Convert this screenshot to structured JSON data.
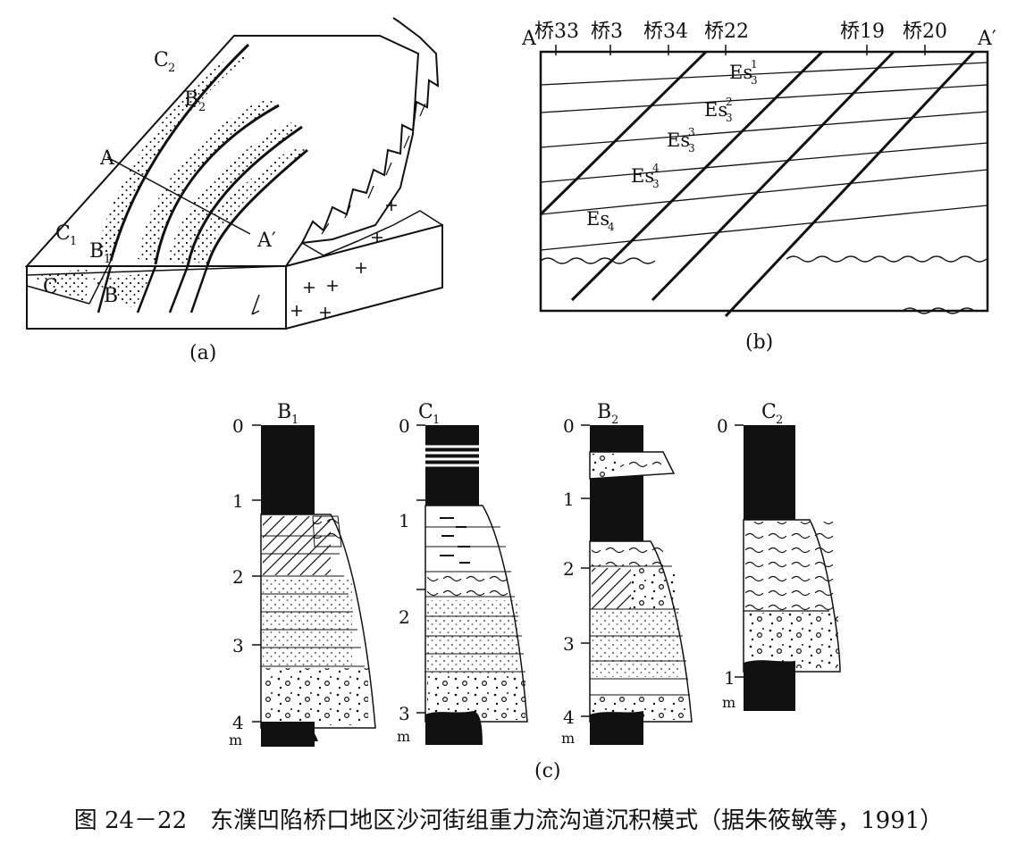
{
  "panel_a": {
    "label": "(a)",
    "letters": {
      "c2": "C",
      "c2_sub": "2",
      "b2": "B",
      "b2_sub": "2",
      "a": "A",
      "a_prime": "A′",
      "c1": "C",
      "c1_sub": "1",
      "b1": "B",
      "b1_sub": "1",
      "c": "C",
      "b": "B"
    }
  },
  "panel_b": {
    "label": "(b)",
    "left_end": "A",
    "right_end": "A′",
    "wells": [
      "桥33",
      "桥3",
      "桥34",
      "桥22",
      "桥19",
      "桥20"
    ],
    "units": [
      {
        "base": "Es",
        "sub": "3",
        "sup": "1"
      },
      {
        "base": "Es",
        "sub": "3",
        "sup": "2"
      },
      {
        "base": "Es",
        "sub": "3",
        "sup": "3"
      },
      {
        "base": "Es",
        "sub": "3",
        "sup": "4"
      },
      {
        "base": "Es",
        "sub": "4",
        "sup": ""
      }
    ]
  },
  "panel_c": {
    "label": "(c)",
    "unit": "m",
    "columns": [
      {
        "name": "B",
        "sub": "1",
        "ticks": [
          "0",
          "1",
          "2",
          "3",
          "4"
        ]
      },
      {
        "name": "C",
        "sub": "1",
        "ticks": [
          "0",
          "1",
          "2",
          "3"
        ]
      },
      {
        "name": "B",
        "sub": "2",
        "ticks": [
          "0",
          "1",
          "2",
          "3",
          "4"
        ]
      },
      {
        "name": "C",
        "sub": "2",
        "ticks": [
          "0",
          "1"
        ]
      }
    ]
  },
  "caption": "图 24－22　东濮凹陷桥口地区沙河街组重力流沟道沉积模式（据朱筱敏等，1991）"
}
